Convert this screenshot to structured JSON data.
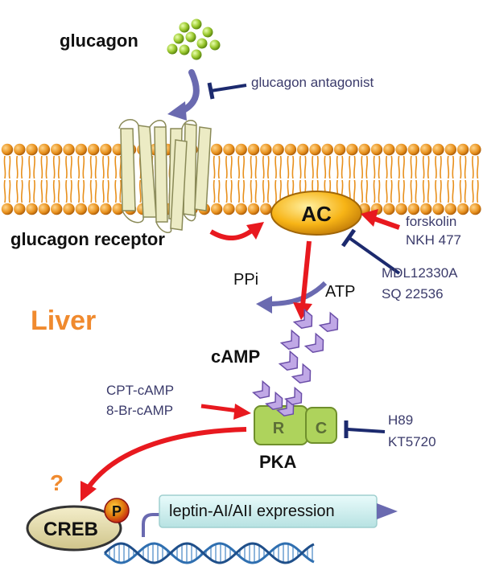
{
  "labels": {
    "glucagon": "glucagon",
    "glucagon_antagonist": "glucagon antagonist",
    "glucagon_receptor": "glucagon receptor",
    "ac": "AC",
    "forskolin": "forskolin",
    "nkh477": "NKH 477",
    "mdl": "MDL12330A",
    "sq": "SQ 22536",
    "ppi": "PPi",
    "atp": "ATP",
    "liver": "Liver",
    "camp": "cAMP",
    "cpt_camp": "CPT-cAMP",
    "br_camp": "8-Br-cAMP",
    "r": "R",
    "c": "C",
    "pka": "PKA",
    "h89": "H89",
    "kt5720": "KT5720",
    "question": "?",
    "creb": "CREB",
    "p": "P",
    "leptin_expression": "leptin-AI/AII expression"
  },
  "colors": {
    "membrane_head": "#e8901c",
    "membrane_head_dark": "#b8680c",
    "receptor": "#ecebc4",
    "ac_fill": "#f7b416",
    "activator_arrow": "#e8191f",
    "inhibitor": "#1c2a6e",
    "flow_arrow": "#6a6ab0",
    "camp_fill": "#c0a8e6",
    "pka_fill": "#aed35c",
    "liver_text": "#f08a2e",
    "creb_fill": "#e6dca2",
    "phospho": "#d8221a",
    "glucagon_dot": "#9ecb32",
    "expression_box": "#cdeeee",
    "dna_blue": "#2f6fb0"
  }
}
